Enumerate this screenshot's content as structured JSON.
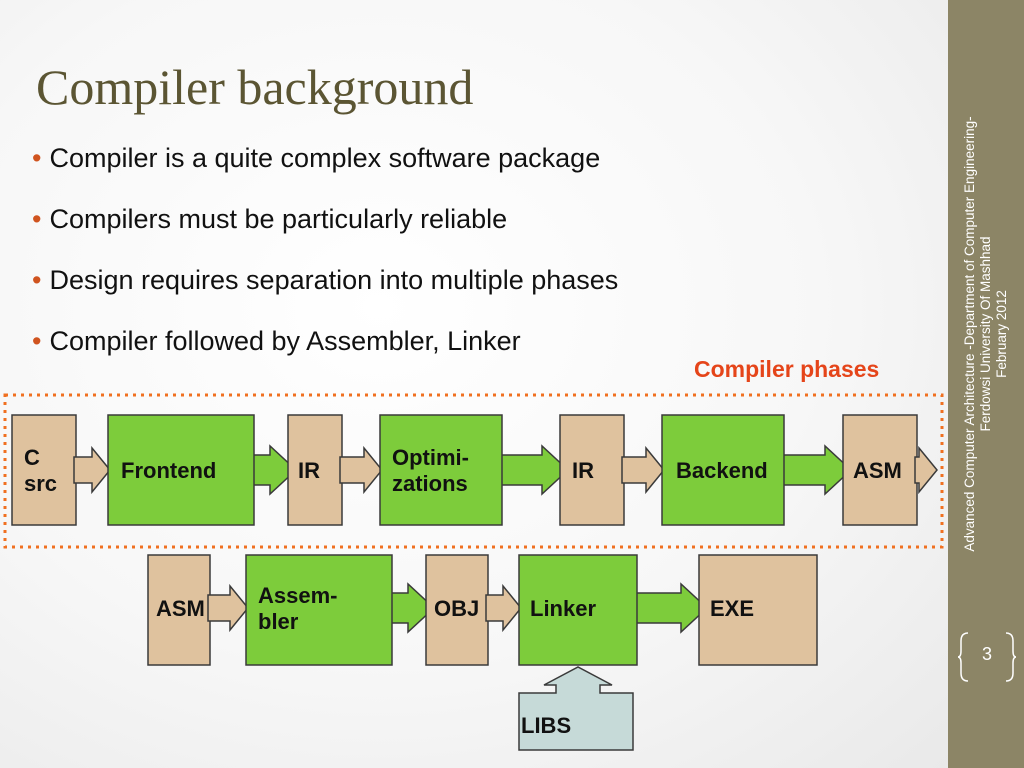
{
  "slide": {
    "title": "Compiler background",
    "bullets": [
      "Compiler is a quite complex software package",
      "Compilers must be particularly reliable",
      "Design requires separation into multiple phases",
      "Compiler followed by Assembler, Linker"
    ],
    "phases_label": "Compiler phases"
  },
  "diagram": {
    "colors": {
      "data_box": "#dfc29e",
      "process_box": "#7dcc3b",
      "libs_box": "#c6dad8",
      "stroke": "#3a3a3a",
      "dotted_border": "#f07020"
    },
    "row1": [
      {
        "kind": "data",
        "lines": [
          "C",
          "src"
        ]
      },
      {
        "kind": "process",
        "lines": [
          "Frontend"
        ]
      },
      {
        "kind": "data",
        "lines": [
          "IR"
        ]
      },
      {
        "kind": "process",
        "lines": [
          "Optimi-",
          "zations"
        ]
      },
      {
        "kind": "data",
        "lines": [
          "IR"
        ]
      },
      {
        "kind": "process",
        "lines": [
          "Backend"
        ]
      },
      {
        "kind": "data",
        "lines": [
          "ASM"
        ]
      }
    ],
    "row2": [
      {
        "kind": "data",
        "lines": [
          "ASM"
        ]
      },
      {
        "kind": "process",
        "lines": [
          "Assem-",
          "bler"
        ]
      },
      {
        "kind": "data",
        "lines": [
          "OBJ"
        ]
      },
      {
        "kind": "process",
        "lines": [
          "Linker"
        ]
      },
      {
        "kind": "data",
        "lines": [
          "EXE"
        ]
      }
    ],
    "libs": {
      "label": "LIBS"
    }
  },
  "footer": {
    "line1": "Advanced Computer Architecture -Department of Computer Engineering-",
    "line2": "Ferdowsi University Of Mashhad",
    "line3": "February 2012",
    "page_number": "3"
  }
}
